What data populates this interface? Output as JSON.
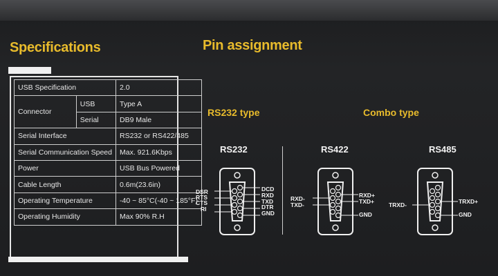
{
  "specifications_title": "Specifications",
  "pin_assignment_title": "Pin assignment",
  "spec_table": {
    "usb_spec": {
      "label": "USB Specification",
      "value": "2.0"
    },
    "connector": {
      "label": "Connector",
      "usb_sub": "USB",
      "usb_value": "Type A",
      "serial_sub": "Serial",
      "serial_value": "DB9 Male"
    },
    "serial_interface": {
      "label": "Serial Interface",
      "value": "RS232 or RS422/485"
    },
    "serial_speed": {
      "label": "Serial Communication Speed",
      "value": "Max. 921.6Kbps"
    },
    "power": {
      "label": "Power",
      "value": "USB Bus Powered"
    },
    "cable_length": {
      "label": "Cable Length",
      "value": "0.6m(23.6in)"
    },
    "operating_temp": {
      "label": "Operating Temperature",
      "value": "-40 ~ 85°C(-40 ~ 185°F)"
    },
    "operating_humidity": {
      "label": "Operating Humidity",
      "value": "Max 90% R.H"
    }
  },
  "rs232_type_label": "RS232 type",
  "combo_type_label": "Combo type",
  "connectors": {
    "rs232": {
      "title": "RS232",
      "left_pins": [
        "DSR",
        "RTS",
        "CTS",
        "RI"
      ],
      "right_pins": [
        "DCD",
        "RXD",
        "TXD",
        "DTR",
        "GND"
      ]
    },
    "rs422": {
      "title": "RS422",
      "left_pins": [
        "RXD-",
        "TXD-"
      ],
      "right_pins": [
        "RXD+",
        "TXD+",
        "GND"
      ]
    },
    "rs485": {
      "title": "RS485",
      "left_pins": [
        "TRXD-"
      ],
      "right_pins": [
        "TRXD+",
        "GND"
      ]
    }
  },
  "colors": {
    "accent_gold": "#e8bb2c",
    "background": "#1d1e20",
    "text": "#e8e8e8"
  }
}
